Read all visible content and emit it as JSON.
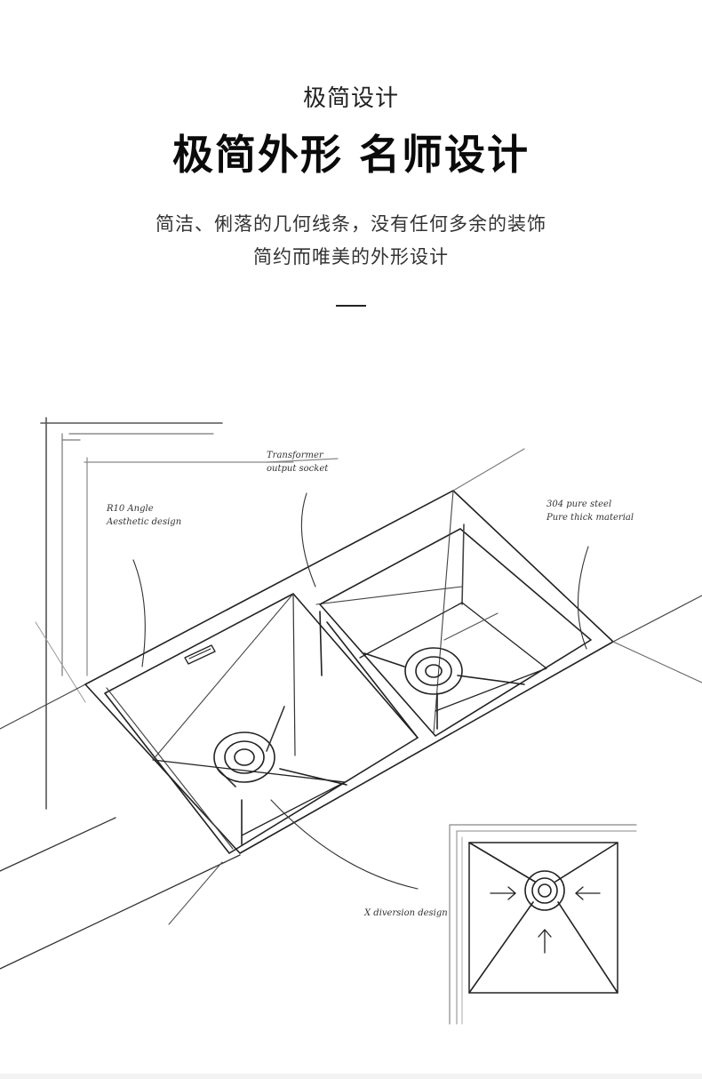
{
  "kicker": "极简设计",
  "headline": "极简外形 名师设计",
  "description": {
    "line1": "简洁、俐落的几何线条，没有任何多余的装饰",
    "line2": "简约而唯美的外形设计"
  },
  "sketch": {
    "annotations": [
      "R10 Angle",
      "Aesthetic design",
      "Transformer",
      "output socket",
      "304 pure steel",
      "Pure thick material",
      "X diversion design"
    ]
  }
}
